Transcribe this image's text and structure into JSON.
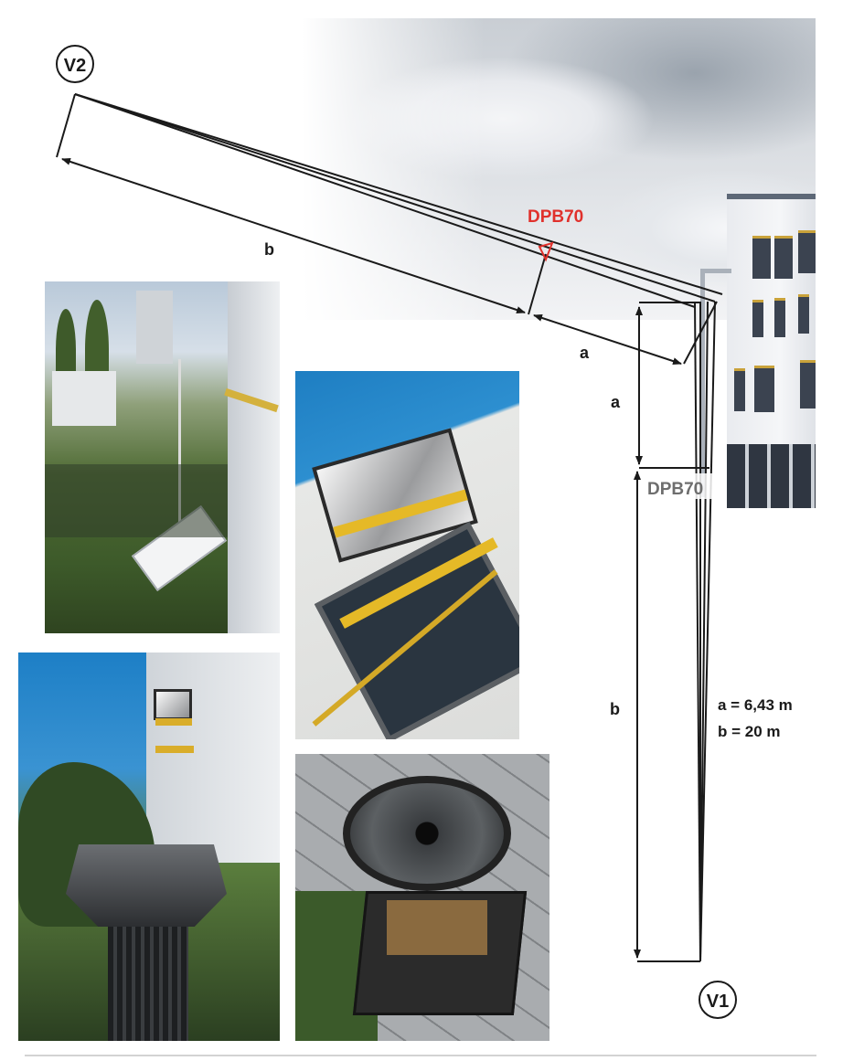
{
  "labels": {
    "v2": "V2",
    "v1": "V1",
    "b_top": "b",
    "a_top": "a",
    "a_side": "a",
    "b_side": "b",
    "dpb70_red": "DPB70",
    "dpb70_grey": "DPB70"
  },
  "legend": {
    "line_a": "a = 6,43 m",
    "line_b": "b = 20 m"
  },
  "colors": {
    "line": "#1a1a1a",
    "accent_red": "#e0312c",
    "label_grey": "#6e6e6e"
  }
}
